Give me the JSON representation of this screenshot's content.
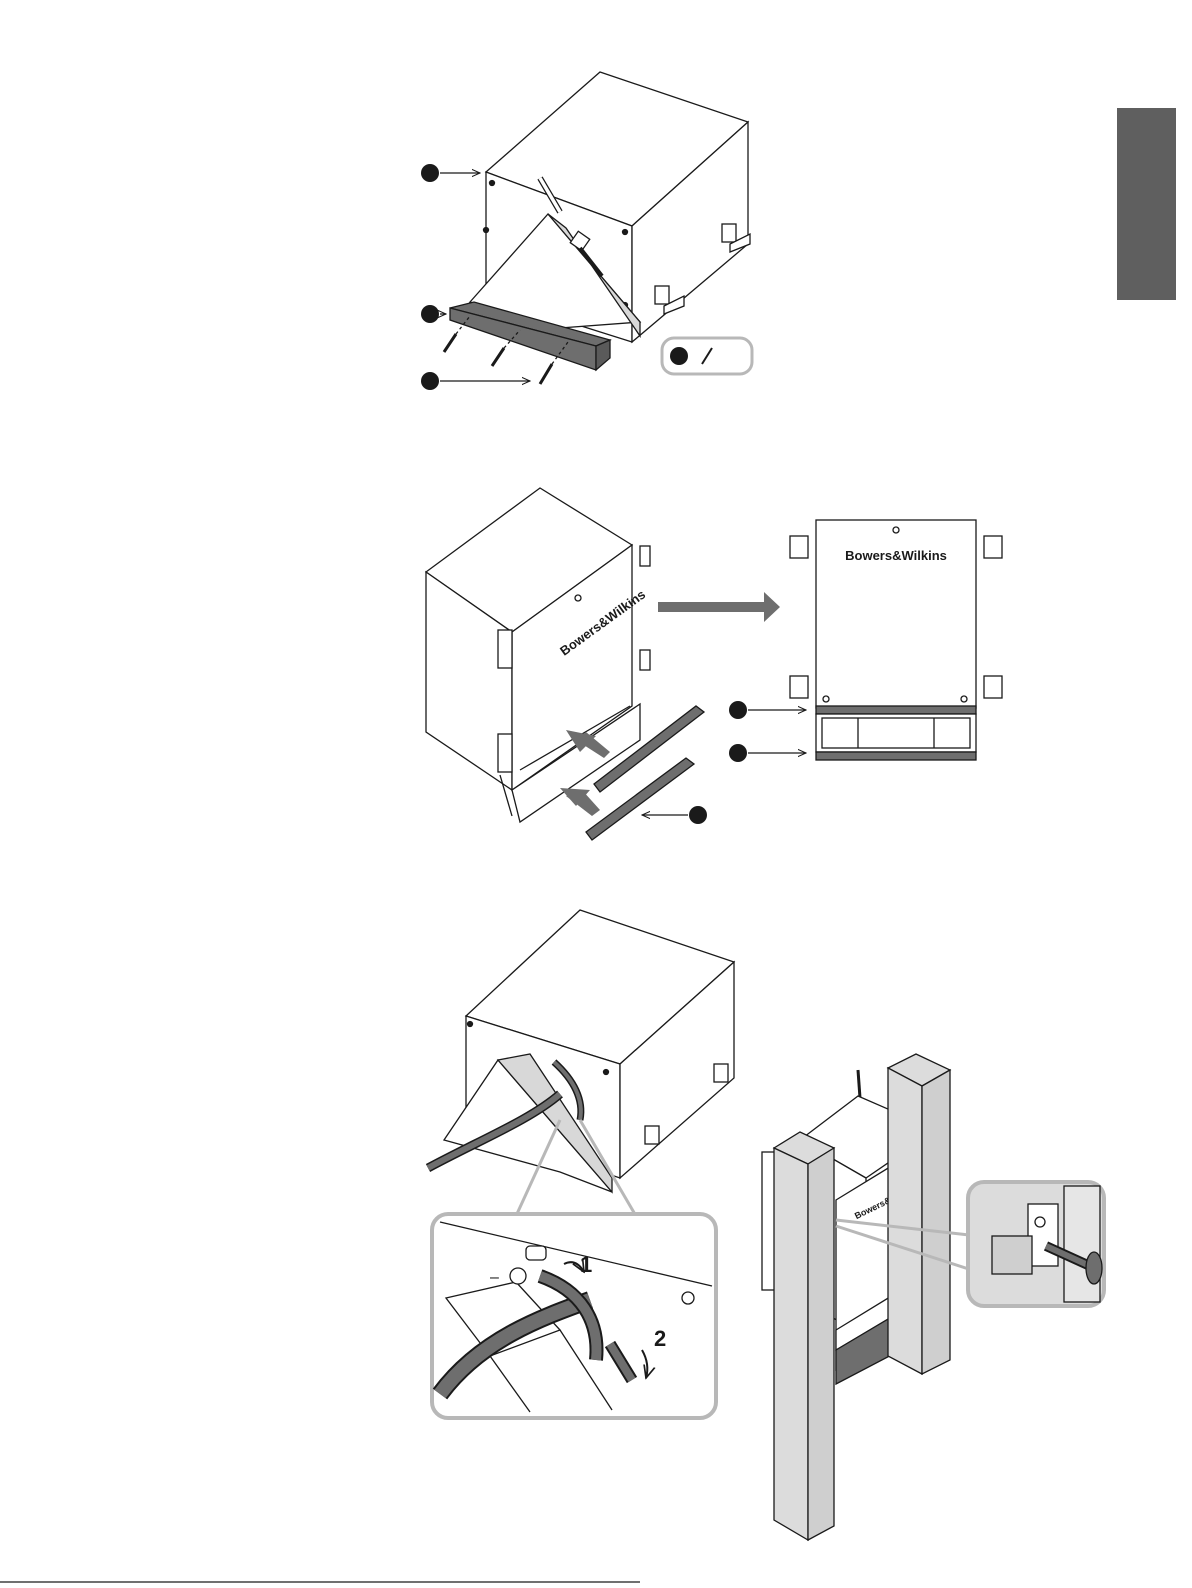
{
  "brand": {
    "logo": "Bowers&Wilkins"
  },
  "figure3": {
    "steps": [
      "1",
      "2"
    ],
    "minus": "–"
  },
  "footer": {
    "text": ""
  },
  "colors": {
    "tab": "#5f5f5f",
    "part": "#6e6e6e",
    "callout": "#b8b8b8",
    "line": "#1a1a1a"
  }
}
